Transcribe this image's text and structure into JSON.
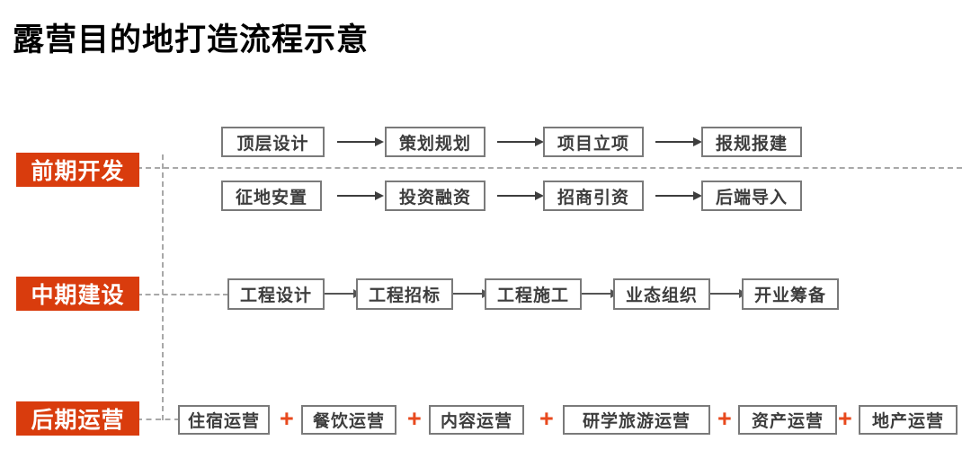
{
  "title": "露营目的地打造流程示意",
  "colors": {
    "stage_bg": "#d93c0d",
    "plus": "#e8491d",
    "node_border": "#7a7a7a",
    "node_text": "#3d3d3d",
    "dashed_line": "#a8a8a8",
    "arrow": "#3d3d3d",
    "background": "#ffffff",
    "title_text": "#000000"
  },
  "stages": [
    {
      "key": "early",
      "label": "前期开发",
      "rows": [
        {
          "connector": "arrow",
          "nodes": [
            "顶层设计",
            "策划规划",
            "项目立项",
            "报规报建"
          ]
        },
        {
          "connector": "arrow",
          "nodes": [
            "征地安置",
            "投资融资",
            "招商引资",
            "后端导入"
          ]
        }
      ]
    },
    {
      "key": "middle",
      "label": "中期建设",
      "rows": [
        {
          "connector": "arrow",
          "nodes": [
            "工程设计",
            "工程招标",
            "工程施工",
            "业态组织",
            "开业筹备"
          ]
        }
      ]
    },
    {
      "key": "late",
      "label": "后期运营",
      "rows": [
        {
          "connector": "plus",
          "nodes": [
            "住宿运营",
            "餐饮运营",
            "内容运营",
            "研学旅游运营",
            "资产运营",
            "地产运营"
          ]
        }
      ]
    }
  ],
  "symbols": {
    "plus": "+",
    "arrow": "→"
  }
}
